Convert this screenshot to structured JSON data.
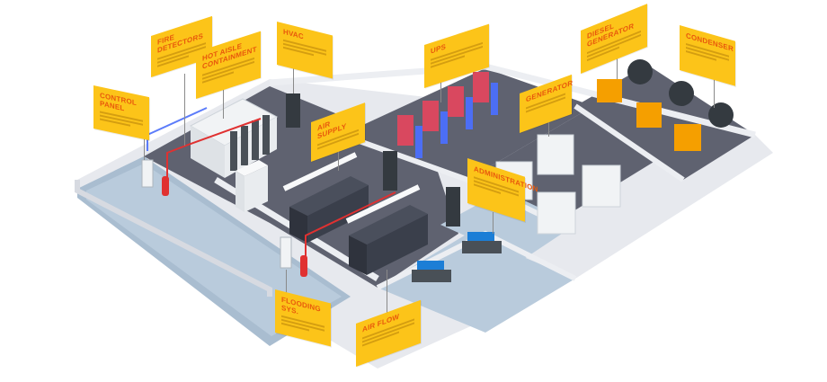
{
  "labels": {
    "control_panel": "CONTROL PANEL",
    "fire_detectors": "FIRE DETECTORS",
    "hot_aisle": "HOT AISLE CONTAINMENT",
    "hvac": "HVAC",
    "ups": "UPS",
    "diesel_generator": "DIESEL GENERATOR",
    "condenser": "CONDENSER",
    "generator": "GENERATOR",
    "air_supply": "AIR SUPPLY",
    "administration": "ADMINISTRATION",
    "flooding_sys": "FLOODING SYS.",
    "air_flow": "AIR FLOW"
  },
  "colors": {
    "label_bg": "#fcc419",
    "label_text": "#e8590c",
    "floor_dark": "#5f6270",
    "floor_tile": "#b9cbdc",
    "wall": "#eceef2",
    "rack": "#3a3f4b",
    "ups_red": "#d9485f",
    "ups_blue": "#4c6ef5",
    "generator_orange": "#f59f00",
    "pipe_red": "#e03131",
    "pipe_blue": "#5c7cfa"
  }
}
